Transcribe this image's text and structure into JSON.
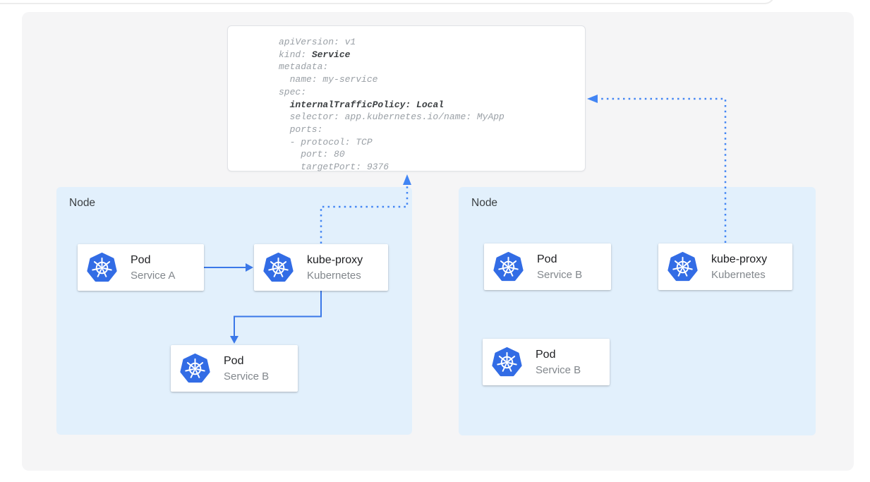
{
  "yaml_card": {
    "lines": [
      {
        "segments": [
          {
            "text": "apiVersion: v1",
            "bold": false
          }
        ]
      },
      {
        "segments": [
          {
            "text": "kind: ",
            "bold": false
          },
          {
            "text": "Service",
            "bold": true
          }
        ]
      },
      {
        "segments": [
          {
            "text": "metadata:",
            "bold": false
          }
        ]
      },
      {
        "segments": [
          {
            "text": "  name: my-service",
            "bold": false
          }
        ]
      },
      {
        "segments": [
          {
            "text": "spec:",
            "bold": false
          }
        ]
      },
      {
        "segments": [
          {
            "text": "  ",
            "bold": false
          },
          {
            "text": "internalTrafficPolicy: Local",
            "bold": true
          }
        ]
      },
      {
        "segments": [
          {
            "text": "  selector: app.kubernetes.io/name: MyApp",
            "bold": false
          }
        ]
      },
      {
        "segments": [
          {
            "text": "  ports:",
            "bold": false
          }
        ]
      },
      {
        "segments": [
          {
            "text": "  - protocol: TCP",
            "bold": false
          }
        ]
      },
      {
        "segments": [
          {
            "text": "    port: 80",
            "bold": false
          }
        ]
      },
      {
        "segments": [
          {
            "text": "    targetPort: 9376",
            "bold": false
          }
        ]
      }
    ]
  },
  "nodes": [
    {
      "label": "Node",
      "cards": [
        {
          "title": "Pod",
          "subtitle": "Service A",
          "icon": "kubernetes-icon"
        },
        {
          "title": "kube-proxy",
          "subtitle": "Kubernetes",
          "icon": "kubernetes-icon"
        },
        {
          "title": "Pod",
          "subtitle": "Service B",
          "icon": "kubernetes-icon"
        }
      ]
    },
    {
      "label": "Node",
      "cards": [
        {
          "title": "Pod",
          "subtitle": "Service B",
          "icon": "kubernetes-icon"
        },
        {
          "title": "kube-proxy",
          "subtitle": "Kubernetes",
          "icon": "kubernetes-icon"
        },
        {
          "title": "Pod",
          "subtitle": "Service B",
          "icon": "kubernetes-icon"
        }
      ]
    }
  ],
  "colors": {
    "kubernetes_blue": "#326CE5",
    "arrow_blue": "#3b78e8",
    "dotted_arrow_blue": "#4285f4",
    "node_background": "#e2f0fc",
    "canvas_background": "#f5f5f6",
    "yaml_text_gray": "#9aa0a6",
    "yaml_bold_dark": "#3c4043"
  }
}
